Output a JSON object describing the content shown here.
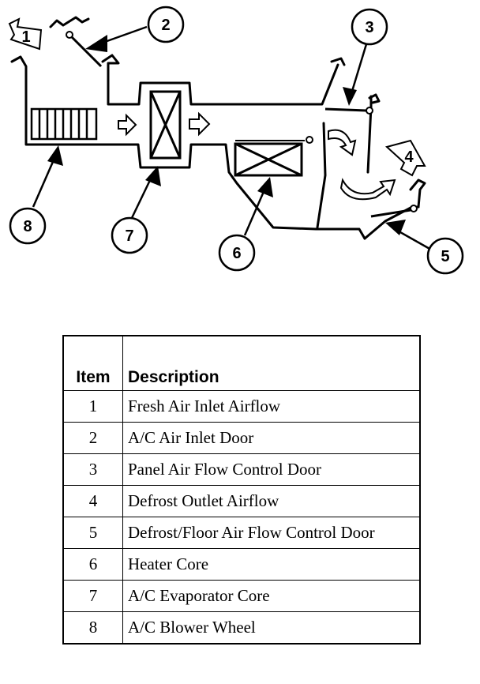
{
  "diagram": {
    "callouts": [
      "1",
      "2",
      "3",
      "4",
      "5",
      "6",
      "7",
      "8"
    ]
  },
  "table": {
    "headers": {
      "item": "Item",
      "description": "Description"
    },
    "rows": [
      {
        "item": "1",
        "description": "Fresh Air Inlet Airflow"
      },
      {
        "item": "2",
        "description": "A/C Air Inlet Door"
      },
      {
        "item": "3",
        "description": "Panel Air Flow Control Door"
      },
      {
        "item": "4",
        "description": "Defrost Outlet Airflow"
      },
      {
        "item": "5",
        "description": "Defrost/Floor Air Flow Control Door"
      },
      {
        "item": "6",
        "description": "Heater Core"
      },
      {
        "item": "7",
        "description": "A/C Evaporator Core"
      },
      {
        "item": "8",
        "description": "A/C Blower Wheel"
      }
    ]
  }
}
